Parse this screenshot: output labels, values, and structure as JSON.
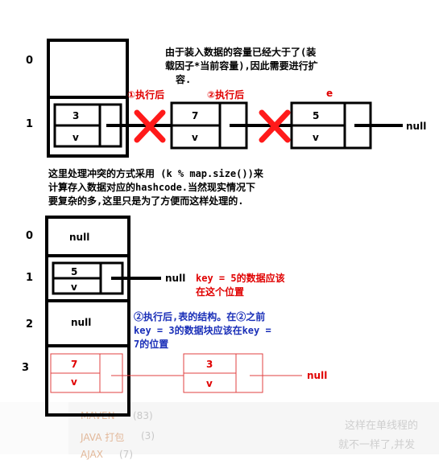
{
  "top": {
    "row_indices": [
      "0",
      "1"
    ],
    "note": [
      "由于装入数据的容量已经大于了(装",
      "载因子*当前容量),因此需要进行扩",
      "容."
    ],
    "label_after_1": "①执行后",
    "label_after_2": "②执行后",
    "label_e": "e",
    "node_head_key": "3",
    "node_head_val": "v",
    "node_mid_key": "7",
    "node_mid_val": "v",
    "node_end_key": "5",
    "node_end_val": "v",
    "null_label": "null"
  },
  "middle_note": [
    "这里处理冲突的方式采用 (k % map.size())来",
    "计算存入数据对应的hashcode.当然现实情况下",
    "要复杂的多,这里只是为了方便而这样处理的."
  ],
  "bottom": {
    "row_indices": [
      "0",
      "1",
      "2",
      "3"
    ],
    "row0_text": "null",
    "row1_key": "5",
    "row1_val": "v",
    "row1_null": "null",
    "row1_note": [
      "key = 5的数据应该",
      "在这个位置"
    ],
    "row2_text": "null",
    "row2_note": [
      "②执行后,表的结构。在②之前",
      "key = 3的数据块应该在key =",
      "7的位置"
    ],
    "row3_key": "7",
    "row3_val": "v",
    "row3_next_key": "3",
    "row3_next_val": "v",
    "row3_null": "null"
  },
  "background": {
    "list_items": [
      "MAVEN",
      "(83)",
      "JAVA 打包",
      "(3)",
      "AJAX",
      "(7)"
    ],
    "side_text": [
      "这样在单线程的",
      "就不一样了,并发"
    ]
  },
  "colors": {
    "black": "#000000",
    "red": "#e00000",
    "blue": "#1a2fb8",
    "cross_red": "#ff1a1a"
  }
}
